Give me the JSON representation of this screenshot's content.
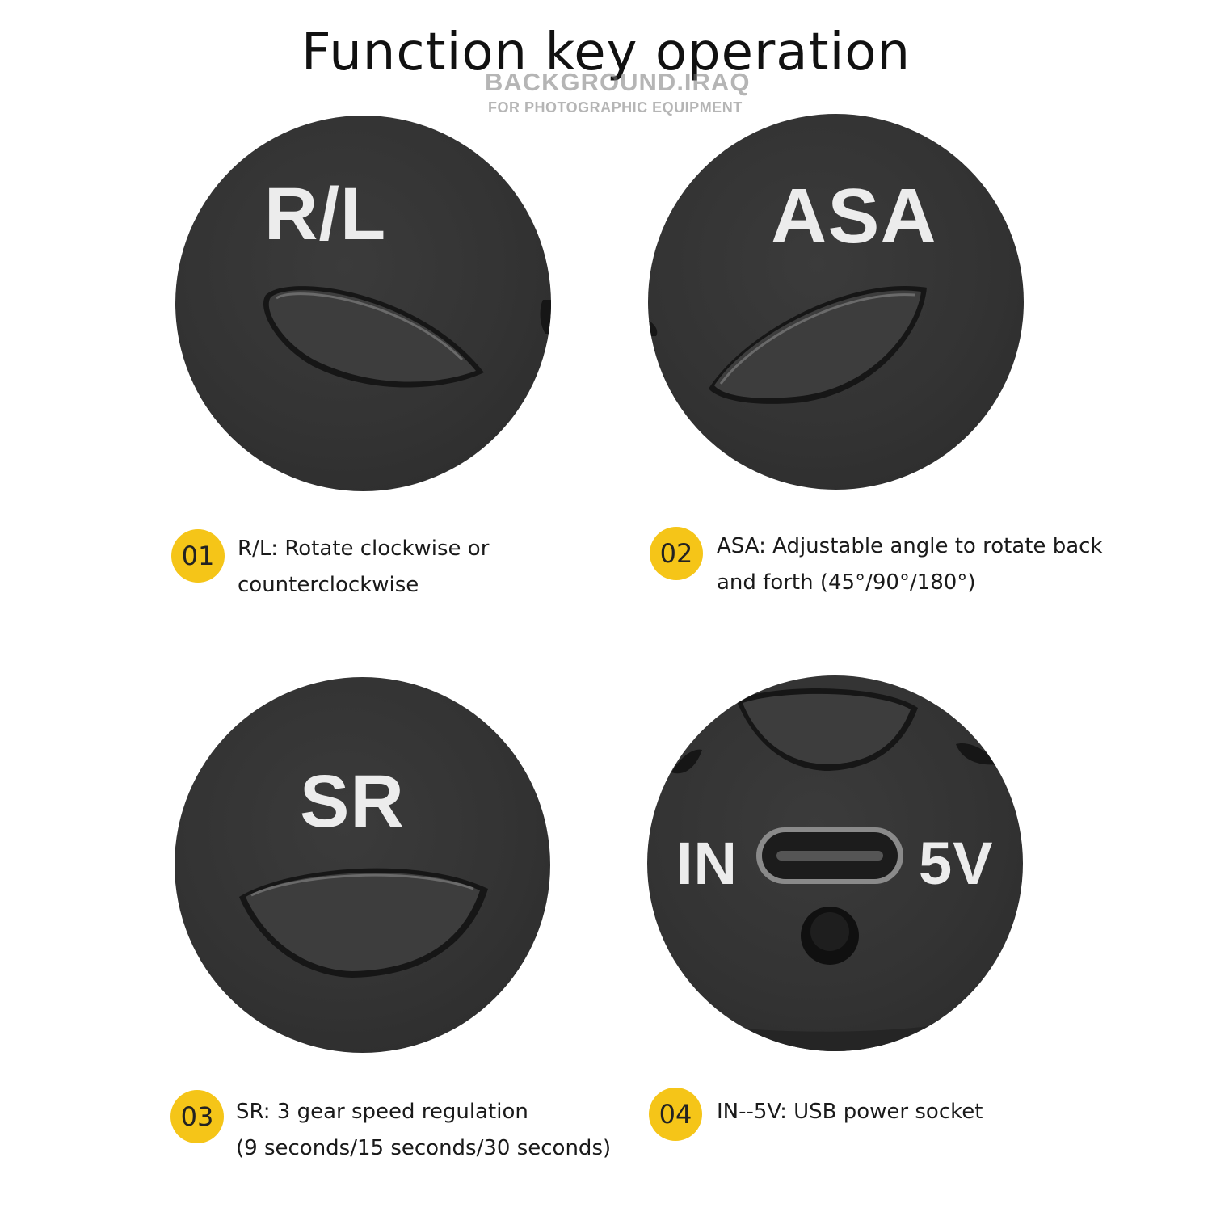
{
  "title": "Function key operation",
  "watermark": {
    "brand": "BACKGROUND.IRAQ",
    "tagline": "FOR PHOTOGRAPHIC EQUIPMENT"
  },
  "accent_color": "#f5c518",
  "keys": [
    {
      "label": "R/L",
      "number": "01",
      "desc_line1": "R/L: Rotate clockwise or",
      "desc_line2": "counterclockwise"
    },
    {
      "label": "ASA",
      "number": "02",
      "desc_line1": "ASA: Adjustable angle to rotate back",
      "desc_line2": "and forth (45°/90°/180°)"
    },
    {
      "label": "SR",
      "number": "03",
      "desc_line1": "SR: 3 gear speed regulation",
      "desc_line2": "(9 seconds/15 seconds/30 seconds)"
    },
    {
      "label_in": "IN",
      "label_5v": "5V",
      "number": "04",
      "desc_line1": "IN--5V: USB power socket",
      "port_icon": "usb-c-port-icon"
    }
  ]
}
